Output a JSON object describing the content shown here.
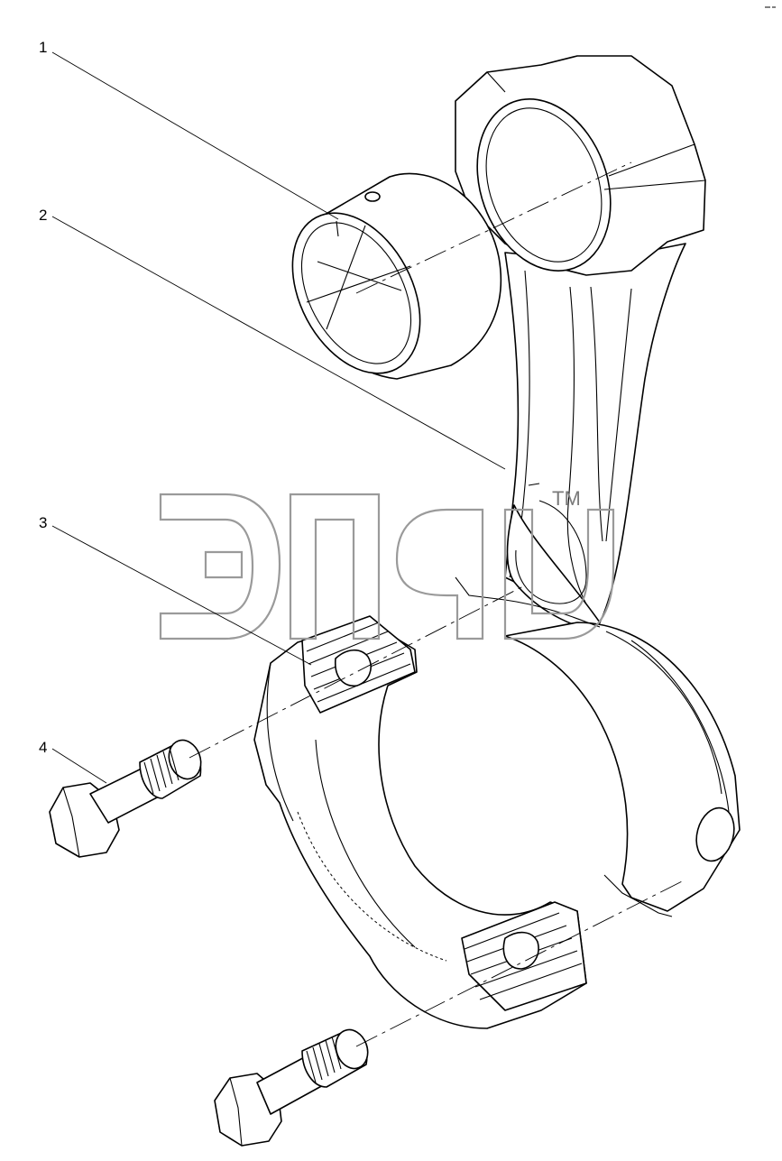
{
  "callouts": [
    {
      "label": "1"
    },
    {
      "label": "2"
    },
    {
      "label": "3"
    },
    {
      "label": "4"
    }
  ],
  "watermark": {
    "tm": "TM"
  },
  "colors": {
    "line": "#000000",
    "watermark": "#9a9a9a",
    "background": "#ffffff"
  }
}
